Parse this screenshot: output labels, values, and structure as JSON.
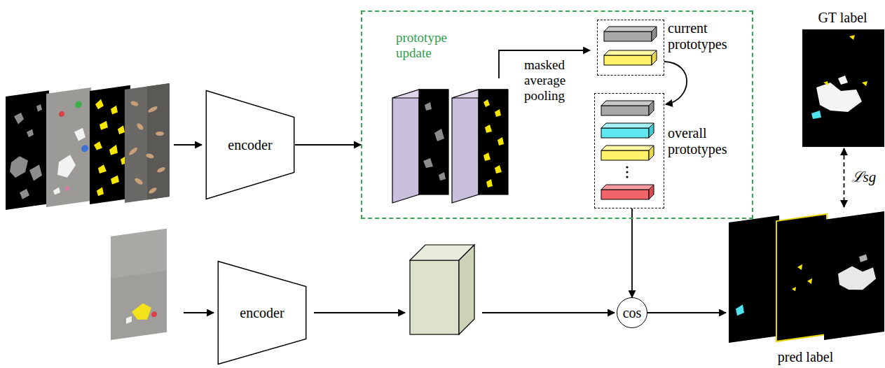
{
  "diagram": {
    "nodes": [
      {
        "text": [
          "encoder"
        ]
      },
      {
        "text": [
          "prototype update"
        ]
      },
      {
        "text": [
          "current prototypes"
        ],
        "in": 1
      },
      {
        "text": [
          "overall prototypes"
        ],
        "in": 1
      },
      {
        "text": [
          "GT label"
        ]
      },
      {
        "text": [
          "encoder"
        ]
      },
      {
        "text": [
          "cos"
        ]
      },
      {
        "text": [
          "pred label"
        ]
      }
    ],
    "edges": [
      {
        "from": 0,
        "to": 1,
        "arrow": "to"
      },
      {
        "from": 2,
        "to": 3,
        "arrow": "to"
      },
      {
        "from": 3,
        "to": 6,
        "arrow": "to"
      },
      {
        "from": 6,
        "to": 7,
        "arrow": "to"
      },
      {
        "from": 4,
        "to": 7,
        "arrow": "both",
        "label": "ℒsg"
      }
    ],
    "labels": [
      "masked average pooling"
    ]
  }
}
